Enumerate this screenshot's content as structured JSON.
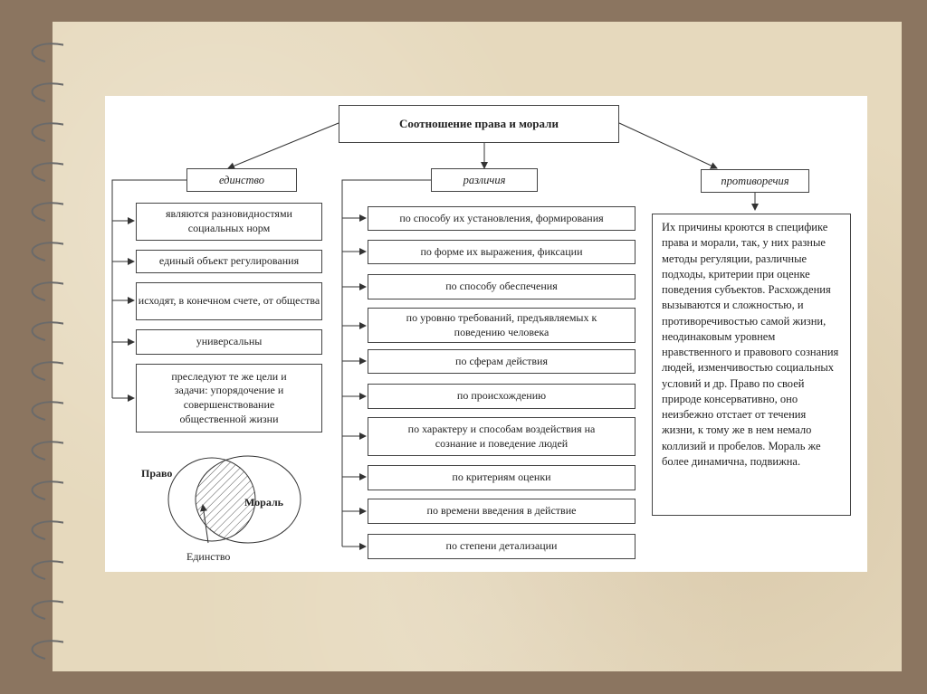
{
  "diagram": {
    "title": "Соотношение права и морали",
    "categories": {
      "unity": "единство",
      "differences": "различия",
      "contradictions": "противоречия"
    },
    "unity_items": [
      "являются разновидностями социальных норм",
      "единый объект регулирования",
      "исходят, в конечном счете, от общества",
      "универсальны",
      "преследуют те же цели и задачи: упорядочение и совершенствование общественной жизни"
    ],
    "difference_items": [
      "по способу их установления, формирования",
      "по форме их выражения, фиксации",
      "по способу обеспечения",
      "по уровню требований, предъявляемых к поведению человека",
      "по сферам действия",
      "по происхождению",
      "по характеру и способам воздействия на сознание и поведение людей",
      "по критериям оценки",
      "по времени введения в действие",
      "по степени детализации"
    ],
    "contradictions_text": "Их причины кроются в специфике права и морали, так, у них разные методы регуляции, различные подходы, критерии при оценке поведения субъектов. Расхождения вызываются и сложностью, и противоречивостью самой жизни, неодинаковым уровнем нравственного и правового сознания людей, изменчивостью социальных условий и др. Право по своей природе консервативно, оно неизбежно отстает от течения жизни, к тому же в нем немало коллизий и пробелов. Мораль же более динамична, подвижна.",
    "venn": {
      "left_label": "Право",
      "right_label": "Мораль",
      "intersection_label": "Единство"
    }
  }
}
